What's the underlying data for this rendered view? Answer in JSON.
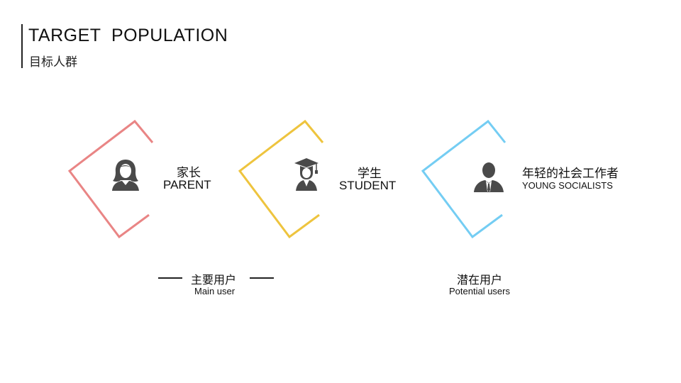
{
  "header": {
    "title": "TARGET  POPULATION",
    "subtitle": "目标人群"
  },
  "cards": [
    {
      "zh": "家长",
      "en": "PARENT",
      "color": "#e98585",
      "icon": "woman-icon"
    },
    {
      "zh": "学生",
      "en": "STUDENT",
      "color": "#eec43e",
      "icon": "graduate-icon"
    },
    {
      "zh": "年轻的社会工作者",
      "en": "YOUNG SOCIALISTS",
      "color": "#74cdf3",
      "icon": "businessman-icon"
    }
  ],
  "groups": {
    "main": {
      "zh": "主要用户",
      "en": "Main user"
    },
    "potential": {
      "zh": "潜在用户",
      "en": "Potential users"
    }
  }
}
